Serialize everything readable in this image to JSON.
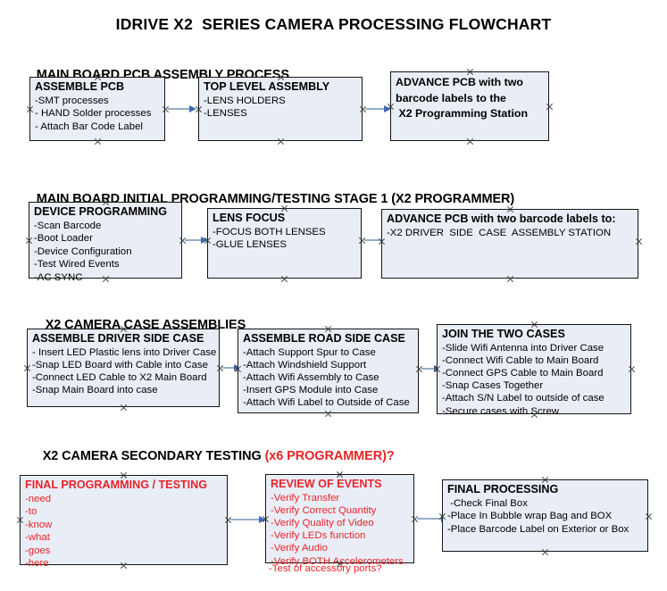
{
  "title": "IDRIVE X2  SERIES CAMERA PROCESSING FLOWCHART",
  "colors": {
    "node_fill": "#e9edf6",
    "node_border": "#141414",
    "text_black": "#000000",
    "text_red": "#e8242a",
    "arrow_shaft": "#95aec8",
    "arrow_head": "#3f6ab4",
    "background": "#ffffff"
  },
  "sections": [
    {
      "id": "pcb-assembly",
      "header": "MAIN BOARD PCB ASSEMBLY PROCESS",
      "header_suffix": "",
      "nodes": [
        {
          "id": "assemble-pcb",
          "title": "ASSEMBLE PCB",
          "lines": [
            "-SMT processes",
            "- HAND Solder processes",
            "- Attach Bar Code Label"
          ]
        },
        {
          "id": "top-level-assembly",
          "title": "TOP LEVEL ASSEMBLY",
          "lines": [
            "-LENS HOLDERS",
            "-LENSES"
          ]
        },
        {
          "id": "advance-pcb-programming-station",
          "title": "ADVANCE PCB with two",
          "lines": [
            "barcode labels to the",
            " X2 Programming Station"
          ]
        }
      ]
    },
    {
      "id": "initial-programming",
      "header": "MAIN BOARD INITIAL PROGRAMMING/TESTING STAGE 1 (X2 PROGRAMMER)",
      "header_suffix": "",
      "nodes": [
        {
          "id": "device-programming",
          "title": "DEVICE PROGRAMMING",
          "lines": [
            "-Scan Barcode",
            "-Boot Loader",
            "-Device Configuration",
            "-Test Wired Events",
            "-AC SYNC"
          ]
        },
        {
          "id": "lens-focus",
          "title": "LENS FOCUS",
          "lines": [
            "-FOCUS BOTH LENSES",
            "-GLUE LENSES"
          ]
        },
        {
          "id": "advance-pcb-driver-side",
          "title": "ADVANCE PCB with two barcode labels to:",
          "lines": [
            "-X2 DRIVER  SIDE  CASE  ASSEMBLY STATION"
          ]
        }
      ]
    },
    {
      "id": "case-assemblies",
      "header": "X2 CAMERA CASE ASSEMBLIES",
      "header_suffix": "",
      "nodes": [
        {
          "id": "assemble-driver-side-case",
          "title": "ASSEMBLE DRIVER SIDE CASE",
          "lines": [
            "- Insert LED Plastic lens into Driver Case",
            "-Snap LED Board with Cable into Case",
            "-Connect LED Cable to X2 Main Board",
            "-Snap Main Board into case"
          ]
        },
        {
          "id": "assemble-road-side-case",
          "title": "ASSEMBLE ROAD SIDE CASE",
          "lines": [
            "-Attach Support Spur to Case",
            "-Attach Windshield Support",
            "-Attach Wifi Assembly to Case",
            "-Insert GPS Module into Case",
            "-Attach Wifi Label to Outside of Case"
          ]
        },
        {
          "id": "join-the-two-cases",
          "title": "JOIN THE TWO CASES",
          "lines": [
            "-Slide Wifi Antenna into Driver Case",
            "-Connect Wifi Cable to Main Board",
            "-Connect GPS Cable to Main Board",
            "-Snap Cases Together",
            "-Attach S/N Label to outside of case",
            "-Secure cases with Screw"
          ]
        }
      ]
    },
    {
      "id": "secondary-testing",
      "header": "X2 CAMERA SECONDARY TESTING ",
      "header_suffix": "(x6 PROGRAMMER)?",
      "nodes": [
        {
          "id": "final-programming-testing",
          "title": "FINAL PROGRAMMING / TESTING",
          "lines": [
            "-need",
            "-to",
            "-know",
            "-what",
            "-goes",
            "-here"
          ]
        },
        {
          "id": "review-of-events",
          "title": "REVIEW OF EVENTS",
          "lines": [
            "-Verify Transfer",
            "-Verify Correct Quantity",
            "-Verify Quality of Video",
            "-Verify LEDs function",
            "-Verify Audio",
            "-Verify BOTH Accelerometers"
          ],
          "overflow_line": "-Test of accessory ports?"
        },
        {
          "id": "final-processing",
          "title": "FINAL PROCESSING",
          "lines": [
            " -Check Final Box",
            "-Place In Bubble wrap Bag and BOX",
            "-Place Barcode Label on Exterior or Box"
          ]
        }
      ]
    }
  ]
}
